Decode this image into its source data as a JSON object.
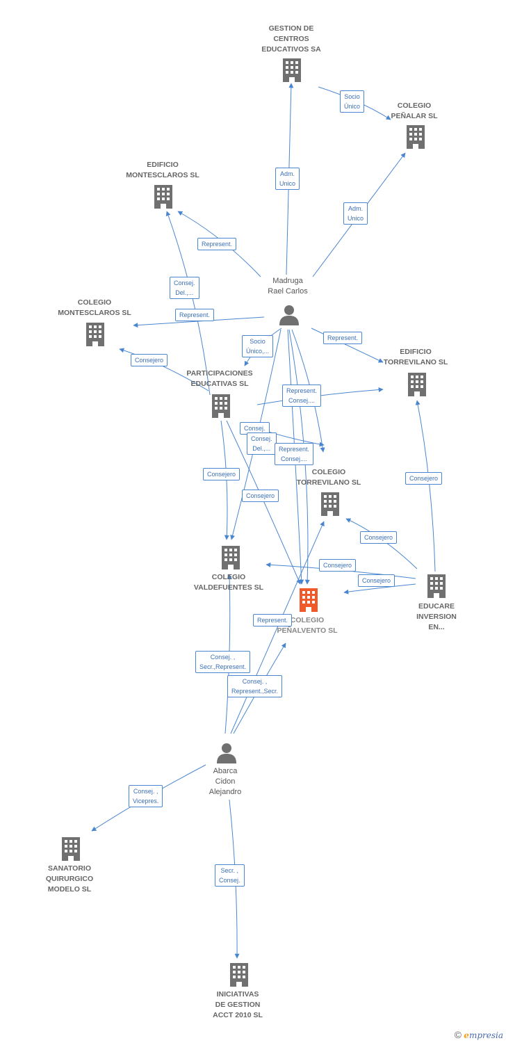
{
  "colors": {
    "edge": "#4a86cf",
    "building": "#707070",
    "focus": "#f05a2a",
    "person": "#707070"
  },
  "nodes": {
    "gestion": {
      "label": "GESTION DE\nCENTROS\nEDUCATIVOS SA",
      "icon": "building-icon"
    },
    "penalar": {
      "label": "COLEGIO\nPEÑALAR SL",
      "icon": "building-icon"
    },
    "edificio_montesclaros": {
      "label": "EDIFICIO\nMONTESCLAROS SL",
      "icon": "building-icon"
    },
    "madruga": {
      "label": "Madruga\nRael Carlos",
      "icon": "person-icon"
    },
    "colegio_montesclaros": {
      "label": "COLEGIO\nMONTESCLAROS SL",
      "icon": "building-icon"
    },
    "edificio_torrevilano": {
      "label": "EDIFICIO\nTORREVILANO SL",
      "icon": "building-icon"
    },
    "participaciones": {
      "label": "PARTICIPACIONES\nEDUCATIVAS SL",
      "icon": "building-icon"
    },
    "colegio_torrevilano": {
      "label": "COLEGIO\nTORREVILANO SL",
      "icon": "building-icon"
    },
    "valdefuentes": {
      "label": "COLEGIO\nVALDEFUENTES SL",
      "icon": "building-icon"
    },
    "penalvento": {
      "label": "COLEGIO\nPEÑALVENTO SL",
      "icon": "building-icon"
    },
    "educare": {
      "label": "EDUCARE\nINVERSION\nEN...",
      "icon": "building-icon"
    },
    "abarca": {
      "label": "Abarca\nCidon\nAlejandro",
      "icon": "person-icon"
    },
    "sanatorio": {
      "label": "SANATORIO\nQUIRURGICO\nMODELO SL",
      "icon": "building-icon"
    },
    "iniciativas": {
      "label": "INICIATIVAS\nDE GESTION\nACCT 2010 SL",
      "icon": "building-icon"
    }
  },
  "edge_labels": {
    "socio_unico_top": "Socio\nÚnico",
    "adm_unico_1": "Adm.\nUnico",
    "adm_unico_2": "Adm.\nUnico",
    "represent_em": "Represent.",
    "consej_del_em": "Consej.\nDel.,...",
    "represent_cm": "Represent.",
    "consejero_cm": "Consejero",
    "socio_unico_pe": "Socio\nÚnico,...",
    "represent_et": "Represent.",
    "represent_consej_a": "Represent.\nConsej....",
    "consej_a": "Consej.",
    "consej_del_b": "Consej.\nDel.,...",
    "represent_consej_b": "Represent.\nConsej....",
    "consejero_pv": "Consejero",
    "consejero_pp": "Consejero",
    "consejero_et": "Consejero",
    "consejero_ct": "Consejero",
    "consejero_cv": "Consejero",
    "consejero_cp": "Consejero",
    "represent_ab": "Represent.",
    "consej_secr_represent": "Consej. ,\nSecr.,Represent.",
    "consej_represent_secr": "Consej. ,\nRepresent.,Secr.",
    "consej_vicepres": "Consej. ,\nVicepres.",
    "secr_consej": "Secr. ,\nConsej."
  },
  "footer": {
    "copyright": "©",
    "brand_first": "e",
    "brand_rest": "mpresia"
  }
}
